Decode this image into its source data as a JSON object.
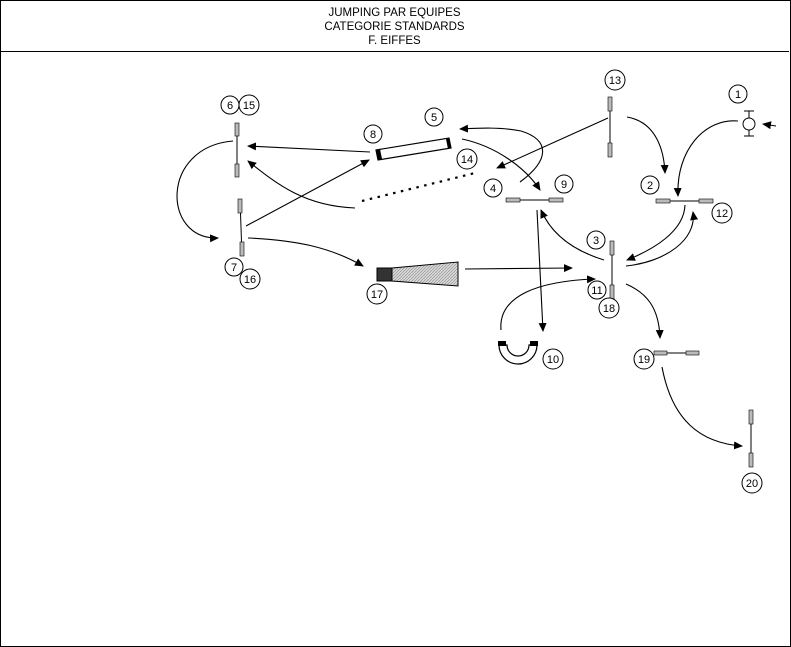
{
  "header": {
    "line1": "JUMPING PAR EQUIPES",
    "line2": "CATEGORIE STANDARDS",
    "line3": "F. EIFFES"
  },
  "course": {
    "obstacle_numbers": [
      "1",
      "2",
      "3",
      "4",
      "5",
      "6",
      "7",
      "8",
      "9",
      "10",
      "11",
      "12",
      "13",
      "14",
      "15",
      "16",
      "17",
      "18",
      "19",
      "20"
    ]
  }
}
